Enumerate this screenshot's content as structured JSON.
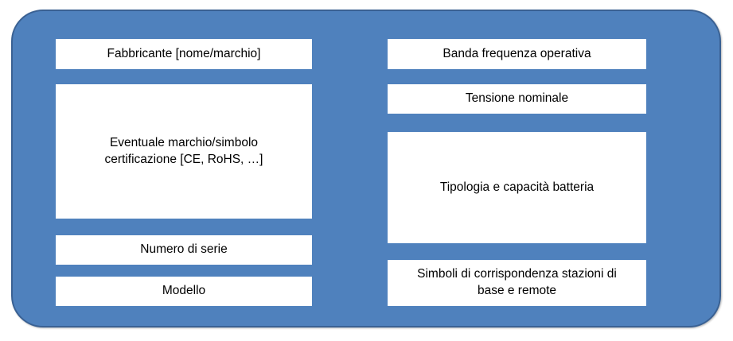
{
  "diagram": {
    "title": "Etichetta dispositivo - campi informativi",
    "shape": "rounded-rectangle",
    "fill_color": "#4F81BD",
    "border_color": "#3A6193",
    "box_fill_color": "#FFFFFF",
    "text_color": "#000000",
    "left_column": {
      "boxes": [
        {
          "label": "Fabbricante [nome/marchio]"
        },
        {
          "label": "Eventuale marchio/simbolo\ncertificazione [CE, RoHS, …]"
        },
        {
          "label": "Numero di serie"
        },
        {
          "label": "Modello"
        }
      ]
    },
    "right_column": {
      "boxes": [
        {
          "label": "Banda frequenza operativa"
        },
        {
          "label": "Tensione nominale"
        },
        {
          "label": "Tipologia e capacità  batteria"
        },
        {
          "label": "Simboli di corrispondenza stazioni di\nbase e remote"
        }
      ]
    }
  }
}
